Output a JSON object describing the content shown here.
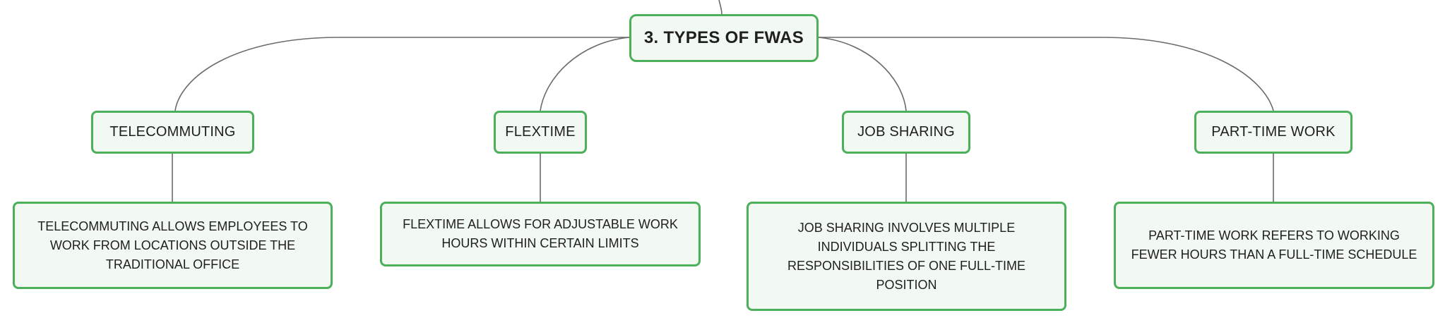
{
  "root": {
    "label": "3. TYPES OF FWAS"
  },
  "topics": [
    {
      "label": "TELECOMMUTING",
      "detail": "TELECOMMUTING ALLOWS EMPLOYEES TO WORK FROM LOCATIONS OUTSIDE THE TRADITIONAL OFFICE"
    },
    {
      "label": "FLEXTIME",
      "detail": "FLEXTIME ALLOWS FOR ADJUSTABLE WORK HOURS WITHIN CERTAIN LIMITS"
    },
    {
      "label": "JOB SHARING",
      "detail": "JOB SHARING INVOLVES MULTIPLE INDIVIDUALS SPLITTING THE RESPONSIBILITIES OF ONE FULL-TIME POSITION"
    },
    {
      "label": "PART-TIME WORK",
      "detail": "PART-TIME WORK REFERS TO WORKING FEWER HOURS THAN A FULL-TIME SCHEDULE"
    }
  ],
  "colors": {
    "node_border": "#4caf5a",
    "node_fill": "#f2f8f2",
    "connector": "#6b6b6b",
    "text": "#1f1f1f"
  }
}
